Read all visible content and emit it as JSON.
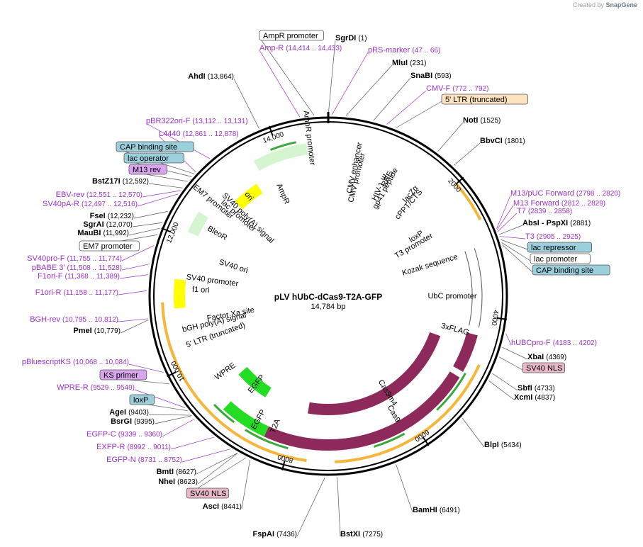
{
  "header": {
    "created_by": "Created by",
    "brand": "SnapGene"
  },
  "plasmid": {
    "name": "pLV hUbC-dCas9-T2A-GFP",
    "length": "14,784 bp",
    "bp": 14784
  },
  "ticks": [
    {
      "bp": 2000,
      "label": "2000"
    },
    {
      "bp": 4000,
      "label": "4000"
    },
    {
      "bp": 6000,
      "label": "6000"
    },
    {
      "bp": 8000,
      "label": "8000"
    },
    {
      "bp": 10000,
      "label": "10,000"
    },
    {
      "bp": 12000,
      "label": "12,000"
    },
    {
      "bp": 14000,
      "label": "14,000"
    }
  ],
  "features": [
    {
      "name": "Cas9",
      "type": "cds",
      "start": 5000,
      "end": 8400,
      "dir": -1,
      "ring": 2,
      "color": "#8e2a5b"
    },
    {
      "name": "Cas9m4",
      "type": "cds",
      "start": 4500,
      "end": 7800,
      "dir": -1,
      "ring": 4,
      "color": "#8e2a5b"
    },
    {
      "name": "3xFLAG",
      "type": "cds",
      "start": 4300,
      "end": 4900,
      "dir": -1,
      "ring": 2,
      "color": "#8e2a5b"
    },
    {
      "name": "EGFP",
      "type": "cds",
      "start": 8400,
      "end": 9150,
      "dir": -1,
      "ring": 2,
      "color": "#22dd22"
    },
    {
      "name": "EGFP",
      "type": "cds",
      "start": 8700,
      "end": 9400,
      "dir": -1,
      "ring": 4,
      "color": "#22dd22"
    },
    {
      "name": "UbC promoter",
      "type": "promoter",
      "start": 2950,
      "end": 4180,
      "dir": 1,
      "ring": 2,
      "color": "#ffffff"
    },
    {
      "name": "AmpR",
      "type": "cds",
      "start": 13600,
      "end": 14450,
      "dir": -1,
      "ring": 2,
      "color": "#d4f5d0"
    },
    {
      "name": "ori",
      "type": "ori",
      "start": 12950,
      "end": 13450,
      "dir": -1,
      "ring": 3,
      "color": "#ffff00"
    },
    {
      "name": "f1 ori",
      "type": "ori",
      "start": 10900,
      "end": 11350,
      "dir": 1,
      "ring": 2,
      "color": "#ffff00"
    },
    {
      "name": "BleoR",
      "type": "cds",
      "start": 12100,
      "end": 12450,
      "dir": -1,
      "ring": 2,
      "color": "#d4f5d0"
    }
  ],
  "feature_labels": [
    "CMV enhancer",
    "CMV promoter",
    "HIV-1 Ψ",
    "RRE",
    "gp41 peptide",
    "lacZα",
    "cPPT/CTS",
    "loxP",
    "T3 promoter",
    "Kozak sequence",
    "UbC promoter",
    "3xFLAG",
    "Cas9",
    "Cas9m4",
    "T2A",
    "EGFP",
    "EGFP",
    "WPRE",
    "5' LTR (truncated)",
    "bGH poly(A) signal",
    "Factor Xa site",
    "f1 ori",
    "SV40 promoter",
    "SV40 ori",
    "BleoR",
    "EM7 promoter",
    "lac promoter",
    "SV40 poly(A) signal",
    "ori",
    "AmpR",
    "AmpR promoter"
  ],
  "outer_sites": [
    {
      "name": "SgrDI",
      "pos": "(1)",
      "type": "enzyme"
    },
    {
      "name": "pRS-marker",
      "pos": "(47 .. 66)",
      "type": "primer"
    },
    {
      "name": "MluI",
      "pos": "(231)",
      "type": "enzyme"
    },
    {
      "name": "SnaBI",
      "pos": "(593)",
      "type": "enzyme"
    },
    {
      "name": "CMV-F",
      "pos": "(772 .. 792)",
      "type": "primer"
    },
    {
      "name": "5' LTR (truncated)",
      "pos": "",
      "type": "box-orange"
    },
    {
      "name": "NotI",
      "pos": "(1525)",
      "type": "enzyme"
    },
    {
      "name": "BbvCI",
      "pos": "(1801)",
      "type": "enzyme"
    },
    {
      "name": "M13/pUC Forward",
      "pos": "(2798 .. 2820)",
      "type": "primer"
    },
    {
      "name": "M13 Forward",
      "pos": "(2812 .. 2829)",
      "type": "primer"
    },
    {
      "name": "T7",
      "pos": "(2839 .. 2858)",
      "type": "primer"
    },
    {
      "name": "AbsI - PspXI",
      "pos": "(2881)",
      "type": "enzyme"
    },
    {
      "name": "T3",
      "pos": "(2905 .. 2925)",
      "type": "primer"
    },
    {
      "name": "lac repressor",
      "pos": "",
      "type": "box-blue"
    },
    {
      "name": "lac promoter",
      "pos": "",
      "type": "box-white"
    },
    {
      "name": "CAP binding site",
      "pos": "",
      "type": "box-blue"
    },
    {
      "name": "hUBCpro-F",
      "pos": "(4183 .. 4202)",
      "type": "primer"
    },
    {
      "name": "XbaI",
      "pos": "(4369)",
      "type": "enzyme"
    },
    {
      "name": "SV40 NLS",
      "pos": "",
      "type": "box-pink"
    },
    {
      "name": "SbfI",
      "pos": "(4733)",
      "type": "enzyme"
    },
    {
      "name": "XcmI",
      "pos": "(4837)",
      "type": "enzyme"
    },
    {
      "name": "BlpI",
      "pos": "(5434)",
      "type": "enzyme"
    },
    {
      "name": "BamHI",
      "pos": "(6491)",
      "type": "enzyme"
    },
    {
      "name": "BstXI",
      "pos": "(7275)",
      "type": "enzyme"
    },
    {
      "name": "FspAI",
      "pos": "(7436)",
      "type": "enzyme"
    },
    {
      "name": "AscI",
      "pos": "(8441)",
      "type": "enzyme"
    },
    {
      "name": "SV40 NLS",
      "pos": "",
      "type": "box-pink"
    },
    {
      "name": "NheI",
      "pos": "(8623)",
      "type": "enzyme"
    },
    {
      "name": "BmtI",
      "pos": "(8627)",
      "type": "enzyme"
    },
    {
      "name": "EGFP-N",
      "pos": "(8731 .. 8752)",
      "type": "primer"
    },
    {
      "name": "EXFP-R",
      "pos": "(8992 .. 9011)",
      "type": "primer"
    },
    {
      "name": "EGFP-C",
      "pos": "(9339 .. 9360)",
      "type": "primer"
    },
    {
      "name": "BsrGI",
      "pos": "(9395)",
      "type": "enzyme"
    },
    {
      "name": "AgeI",
      "pos": "(9403)",
      "type": "enzyme"
    },
    {
      "name": "loxP",
      "pos": "",
      "type": "box-blue"
    },
    {
      "name": "WPRE-R",
      "pos": "(9529 .. 9549)",
      "type": "primer"
    },
    {
      "name": "KS primer",
      "pos": "",
      "type": "box-purple"
    },
    {
      "name": "pBluescriptKS",
      "pos": "(10,068 .. 10,084)",
      "type": "primer"
    },
    {
      "name": "PmeI",
      "pos": "(10,779)",
      "type": "enzyme"
    },
    {
      "name": "BGH-rev",
      "pos": "(10,795 .. 10,812)",
      "type": "primer"
    },
    {
      "name": "F1ori-R",
      "pos": "(11,158 .. 11,177)",
      "type": "primer"
    },
    {
      "name": "F1ori-F",
      "pos": "(11,368 .. 11,389)",
      "type": "primer"
    },
    {
      "name": "pBABE 3'",
      "pos": "(11,508 .. 11,528)",
      "type": "primer"
    },
    {
      "name": "SV40pro-F",
      "pos": "(11,755 .. 11,774)",
      "type": "primer"
    },
    {
      "name": "EM7 promoter",
      "pos": "",
      "type": "box-white"
    },
    {
      "name": "MauBI",
      "pos": "(11,992)",
      "type": "enzyme"
    },
    {
      "name": "SgrAI",
      "pos": "(12,070)",
      "type": "enzyme"
    },
    {
      "name": "FseI",
      "pos": "(12,232)",
      "type": "enzyme"
    },
    {
      "name": "SV40pA-R",
      "pos": "(12,497 .. 12,516)",
      "type": "primer"
    },
    {
      "name": "EBV-rev",
      "pos": "(12,551 .. 12,570)",
      "type": "primer"
    },
    {
      "name": "BstZ17I",
      "pos": "(12,592)",
      "type": "enzyme"
    },
    {
      "name": "M13 rev",
      "pos": "",
      "type": "box-purple"
    },
    {
      "name": "lac operator",
      "pos": "",
      "type": "box-blue"
    },
    {
      "name": "CAP binding site",
      "pos": "",
      "type": "box-blue"
    },
    {
      "name": "L4440",
      "pos": "(12,861 .. 12,878)",
      "type": "primer"
    },
    {
      "name": "pBR322ori-F",
      "pos": "(13,112 .. 13,131)",
      "type": "primer"
    },
    {
      "name": "AhdI",
      "pos": "(13,864)",
      "type": "enzyme"
    },
    {
      "name": "Amp-R",
      "pos": "(14,414 .. 14,433)",
      "type": "primer"
    },
    {
      "name": "AmpR promoter",
      "pos": "",
      "type": "box-white"
    }
  ],
  "colors": {
    "primer": "#9b30c8",
    "enzyme": "#000000",
    "backbone": "#000000",
    "orange_box": "#fde3c0",
    "blue_box": "#9ccfdc",
    "pink_box": "#e9b9c9",
    "purple_box": "#d9a6ee"
  }
}
